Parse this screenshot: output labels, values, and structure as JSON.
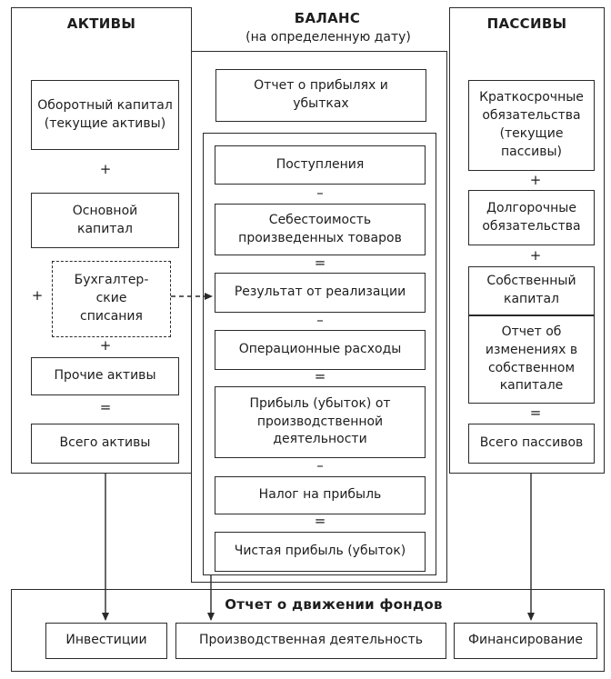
{
  "headers": {
    "assets": "АКТИВЫ",
    "balance": "БАЛАНС",
    "balance_sub": "(на определенную дату)",
    "liabilities": "ПАССИВЫ"
  },
  "assets": {
    "working_capital": "Оборотный капитал (текущие активы)",
    "plus1": "+",
    "fixed_capital": "Основной капитал",
    "plus_left": "+",
    "write_offs": "Бухгалтер-ские списания",
    "plus2": "+",
    "other_assets": "Прочие активы",
    "equals": "=",
    "total_assets": "Всего активы"
  },
  "income": {
    "report": "Отчет о прибылях и убытках",
    "revenues": "Поступления",
    "minus1": "–",
    "cost_of_goods": "Себестоимость произведенных товаров",
    "eq1": "=",
    "sales_result": "Результат от реализации",
    "minus2": "–",
    "operating_expenses": "Операционные расходы",
    "eq2": "=",
    "operating_profit": "Прибыль (убыток) от производственной деятельности",
    "minus3": "–",
    "income_tax": "Налог на прибыль",
    "eq3": "=",
    "net_profit": "Чистая прибыль (убыток)"
  },
  "liabilities": {
    "short_term": "Краткосрочные обязательства (текущие пассивы)",
    "plus1": "+",
    "long_term": "Долгорочные обязательства",
    "plus2": "+",
    "equity": "Собственный капитал",
    "equity_changes": "Отчет об изменениях в собственном капитале",
    "equals": "=",
    "total_liabilities": "Всего пассивов"
  },
  "cashflow": {
    "title": "Отчет о движении фондов",
    "investments": "Инвестиции",
    "operations": "Производственная деятельность",
    "financing": "Финансирование"
  }
}
